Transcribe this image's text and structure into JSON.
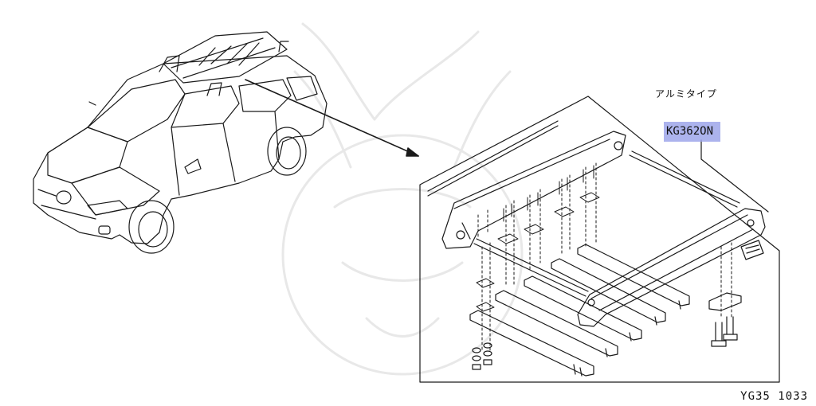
{
  "diagram": {
    "variant_label": "アルミタイプ",
    "part_number_highlighted": "KG362",
    "part_number_suffix": "ON",
    "diagram_ref": "YG35 1033",
    "highlight_color": "#9ea6ea",
    "line_color": "#1a1a1a"
  }
}
